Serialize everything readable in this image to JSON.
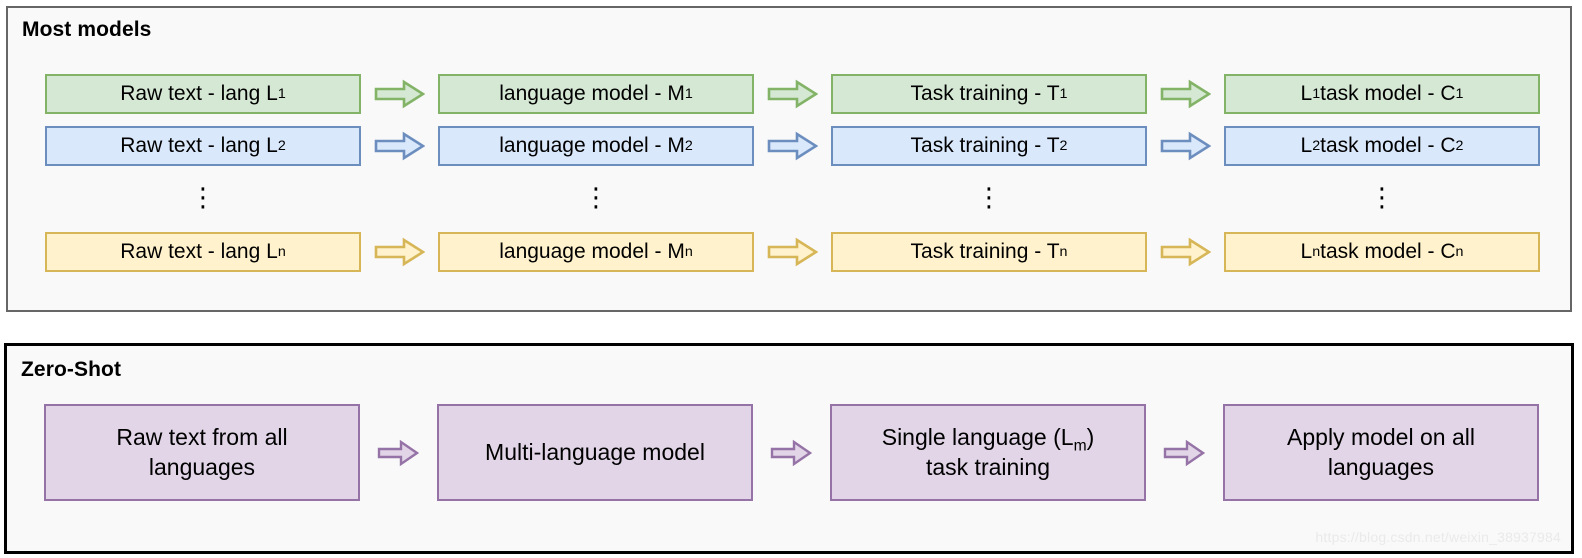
{
  "panels": [
    {
      "id": "most-models",
      "title": "Most models",
      "rows": [
        {
          "color": "green",
          "cells": [
            {
              "text": "Raw text - lang L",
              "sub": "1"
            },
            {
              "text": "language model - M",
              "sub": "1"
            },
            {
              "text": "Task training - T",
              "sub": "1"
            },
            {
              "text": "L",
              "sub": "1",
              "tail": " task model - C",
              "tail_sub": "1"
            }
          ]
        },
        {
          "color": "blue",
          "cells": [
            {
              "text": "Raw text - lang L",
              "sub": "2"
            },
            {
              "text": "language model - M",
              "sub": "2"
            },
            {
              "text": "Task training - T",
              "sub": "2"
            },
            {
              "text": "L",
              "sub": "2",
              "tail": " task model - C",
              "tail_sub": "2"
            }
          ]
        },
        {
          "color": "yellow",
          "cells": [
            {
              "text": "Raw text - lang L",
              "sub": "n"
            },
            {
              "text": "language model - M",
              "sub": "n"
            },
            {
              "text": "Task training - T",
              "sub": "n"
            },
            {
              "text": "L",
              "sub": "n",
              "tail": " task model - C",
              "tail_sub": "n"
            }
          ]
        }
      ],
      "ellipsis": "⋮"
    },
    {
      "id": "zero-shot",
      "title": "Zero-Shot",
      "cells": [
        {
          "line1": "Raw text from all",
          "line2": "languages"
        },
        {
          "line1": "Multi-language model",
          "line2": ""
        },
        {
          "line1": "Single language (L",
          "sub": "m",
          "line1_tail": ")",
          "line2": "task training"
        },
        {
          "line1": "Apply model on all",
          "line2": "languages"
        }
      ]
    }
  ],
  "colors": {
    "green_fill": "#d5e8d4",
    "green_border": "#82b366",
    "blue_fill": "#dae8fc",
    "blue_border": "#6c8ebf",
    "yellow_fill": "#fff2cc",
    "yellow_border": "#d6b656",
    "purple_fill": "#e1d5e7",
    "purple_border": "#9673a6",
    "panel_bg": "#f9f9f9",
    "panel_border_top": "#666666",
    "panel_border_bottom": "#000000"
  },
  "watermark": "https://blog.csdn.net/weixin_38937984"
}
